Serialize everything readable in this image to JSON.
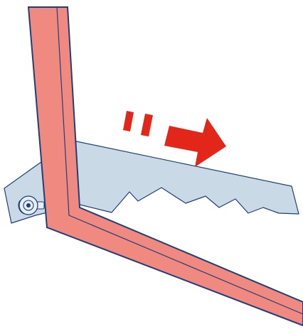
{
  "diagram": {
    "kind": "illustration",
    "subject": "saw-blade-sliding-behind-frame",
    "direction_indicator": "right",
    "colors": {
      "background": "#ffffff",
      "frame_fill": "#f08a80",
      "frame_stroke": "#1f3f7a",
      "blade_fill": "#c9d9e6",
      "blade_stroke": "#1f3f7a",
      "arrow_fill": "#e3261a",
      "pin_fill": "#e6edf3"
    },
    "icons": {
      "motion_arrow": "right-arrow-icon",
      "motion_dashes": "motion-dashes-icon",
      "pivot_pin": "bolt-icon"
    }
  }
}
